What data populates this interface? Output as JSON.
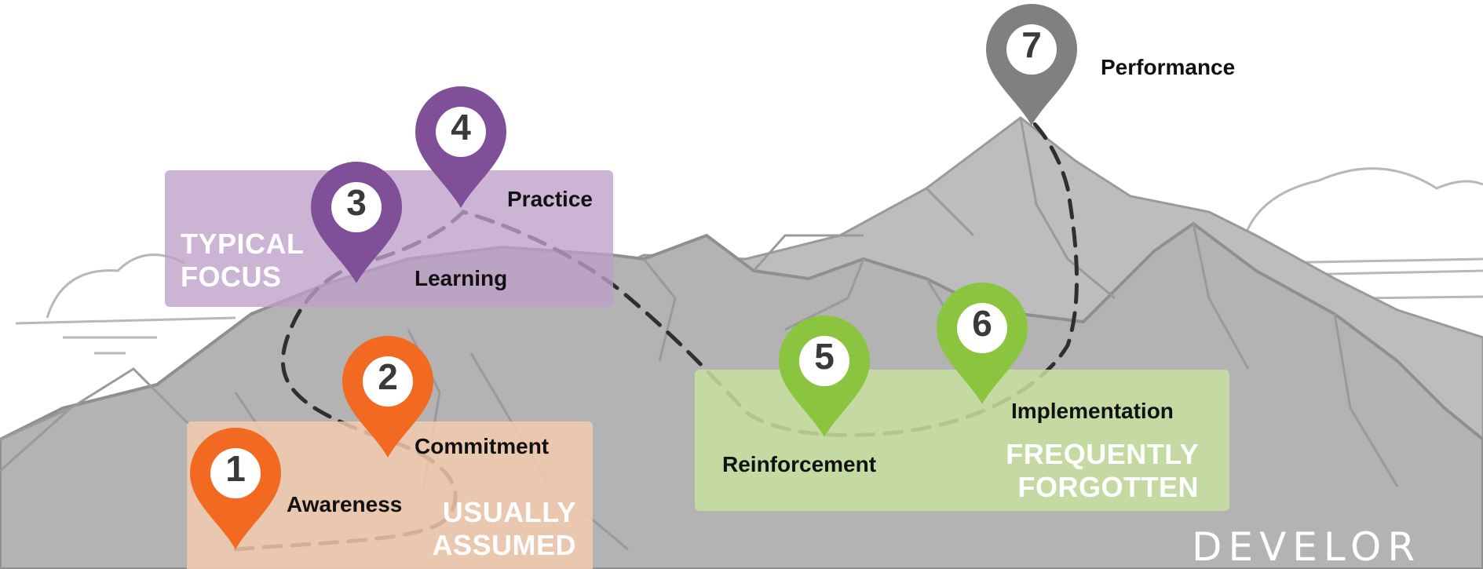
{
  "zones": {
    "typical": "TYPICAL\nFOCUS",
    "usually": "USUALLY\nASSUMED",
    "frequently": "FREQUENTLY\nFORGOTTEN"
  },
  "stages": [
    {
      "number": "1",
      "label": "Awareness",
      "color": "#f26a21"
    },
    {
      "number": "2",
      "label": "Commitment",
      "color": "#f26a21"
    },
    {
      "number": "3",
      "label": "Learning",
      "color": "#7f4f97"
    },
    {
      "number": "4",
      "label": "Practice",
      "color": "#7f4f97"
    },
    {
      "number": "5",
      "label": "Reinforcement",
      "color": "#8bc53f"
    },
    {
      "number": "6",
      "label": "Implementation",
      "color": "#8bc53f"
    },
    {
      "number": "7",
      "label": "Performance",
      "color": "#808080"
    }
  ],
  "logo": "DEVELOR"
}
